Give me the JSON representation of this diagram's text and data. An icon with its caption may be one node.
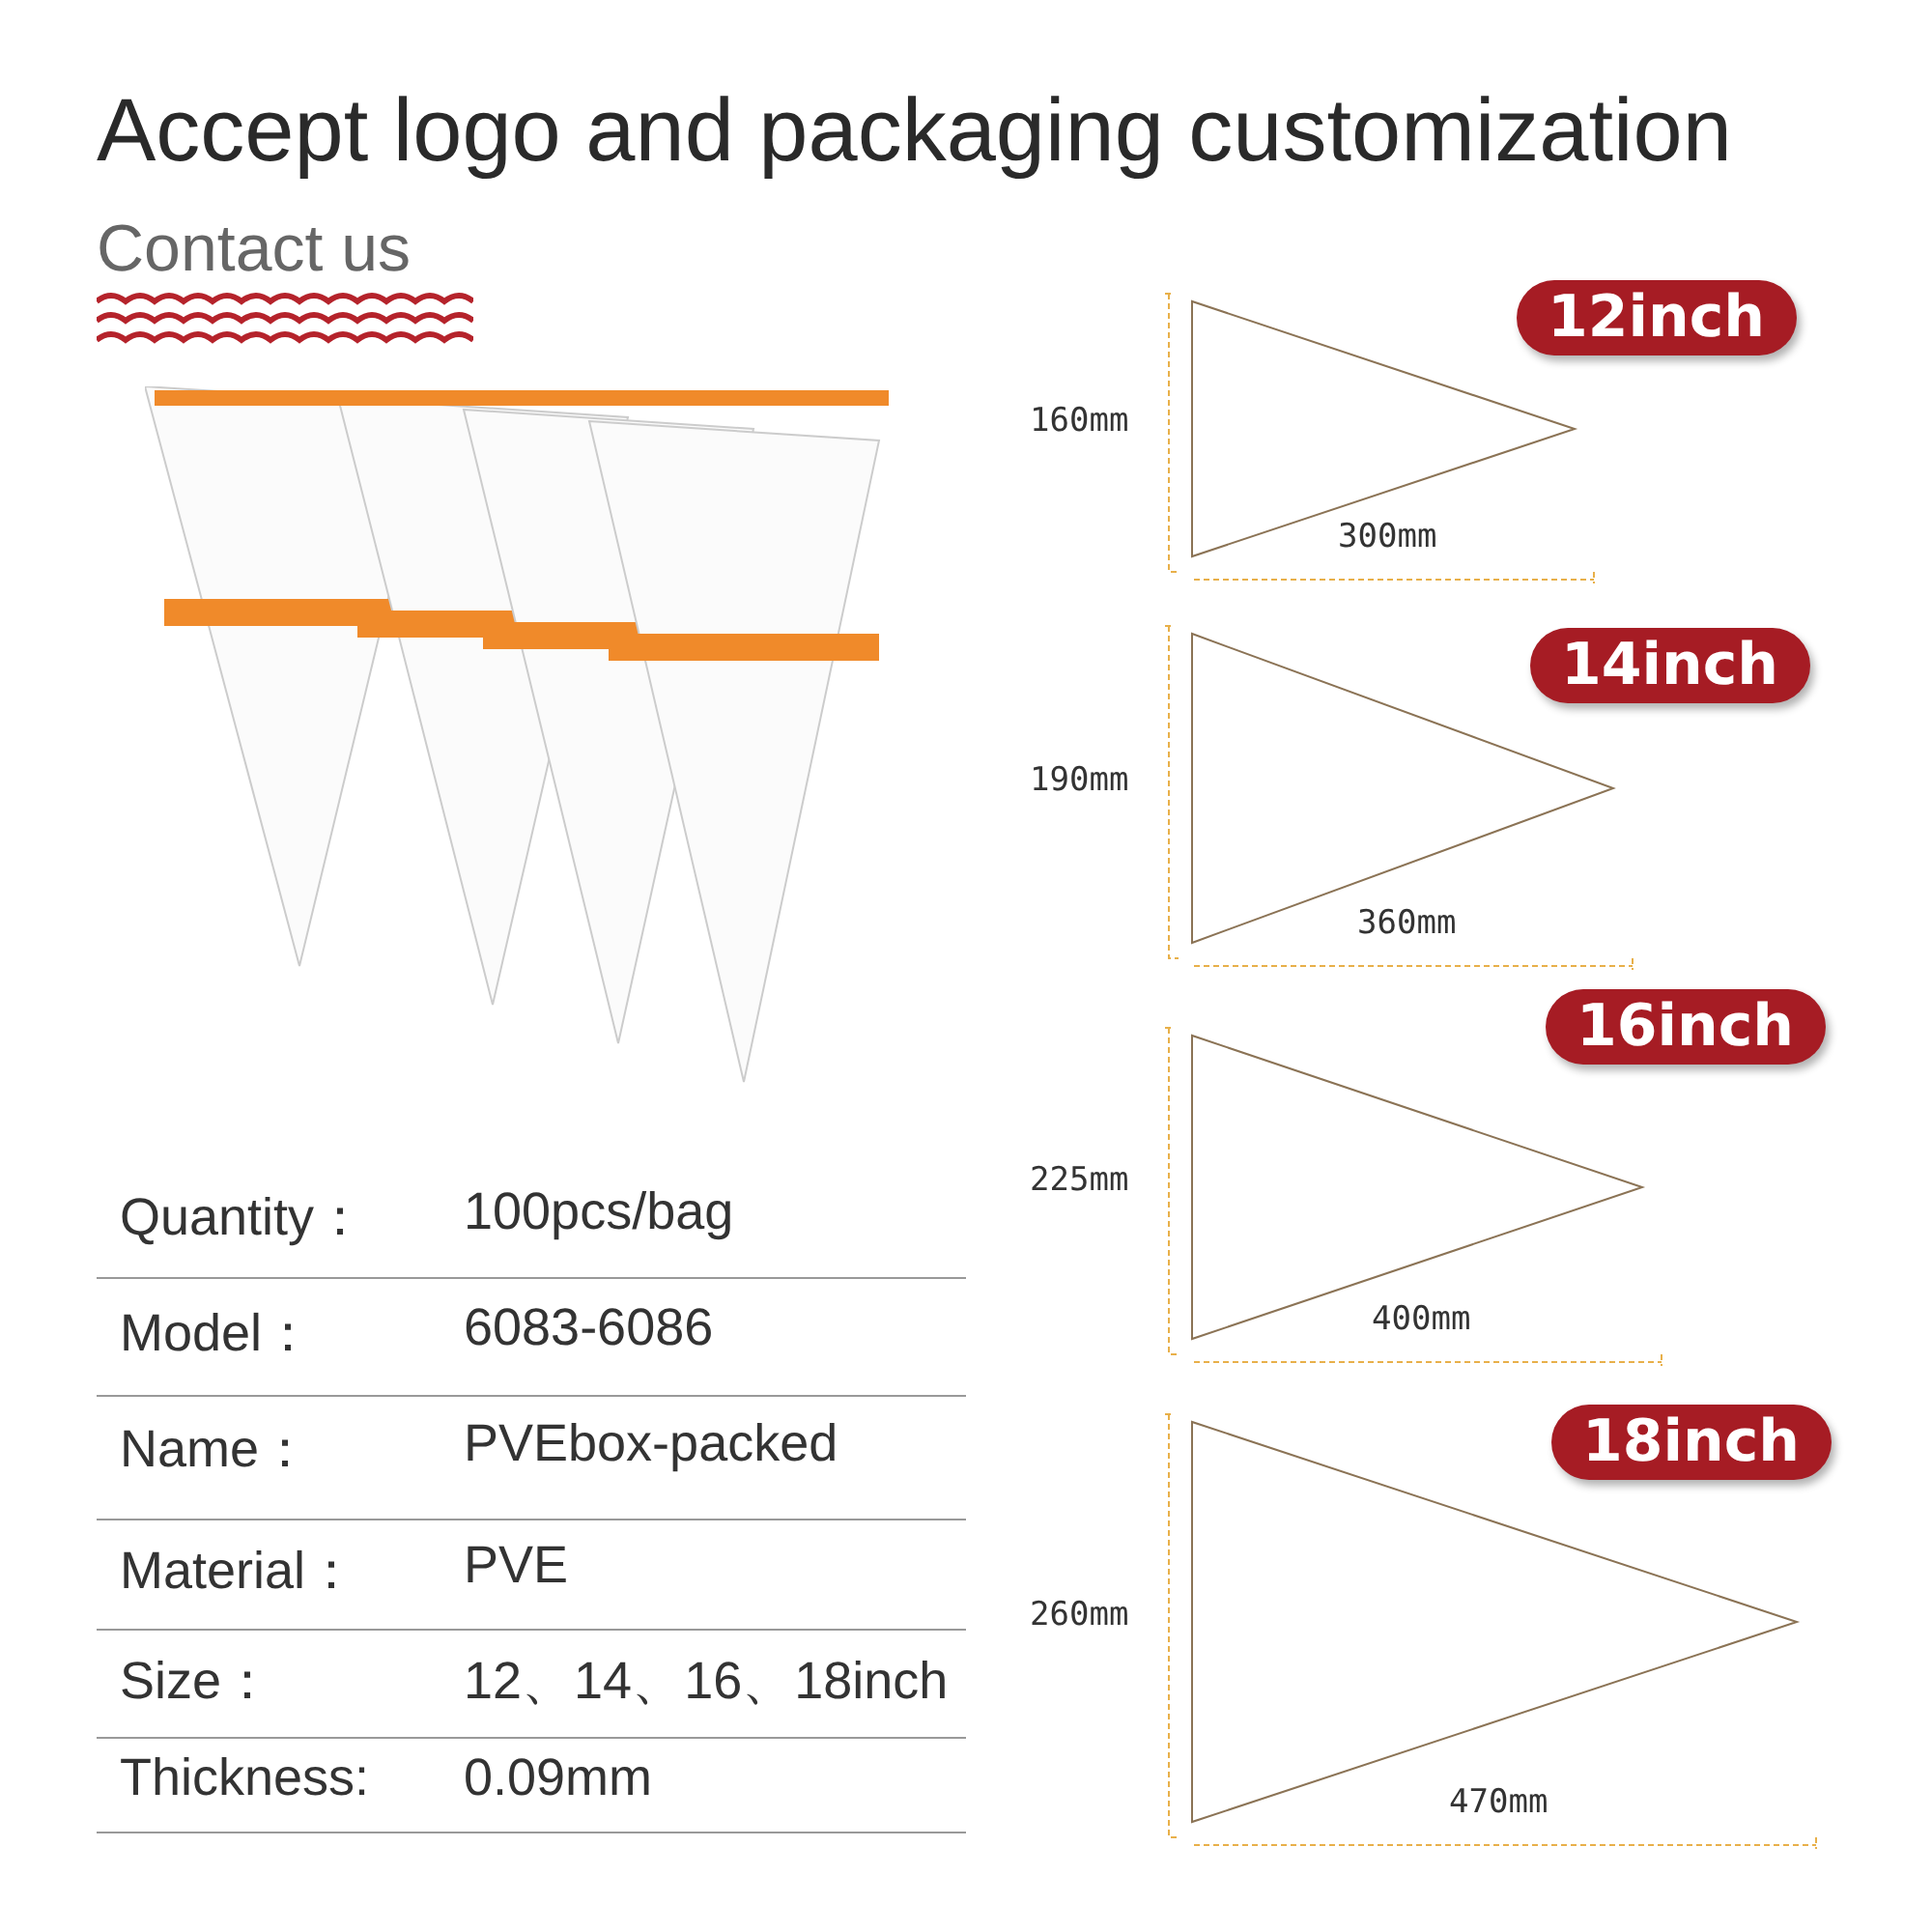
{
  "diagram": {
    "title": "Accept logo and packaging customization",
    "labels": [
      "Contact us",
      "12inch",
      "160mm",
      "300mm",
      "14inch",
      "190mm",
      "360mm",
      "16inch",
      "225mm",
      "400mm",
      "18inch",
      "260mm",
      "470mm",
      "Quantity：",
      "100pcs/bag",
      "Model：",
      "6083-6086",
      "Name：",
      "PVEbox-packed",
      "Material：",
      "PVE",
      "Size：",
      "12、14、16、18inch",
      "Thickness:",
      "0.09mm"
    ]
  }
}
